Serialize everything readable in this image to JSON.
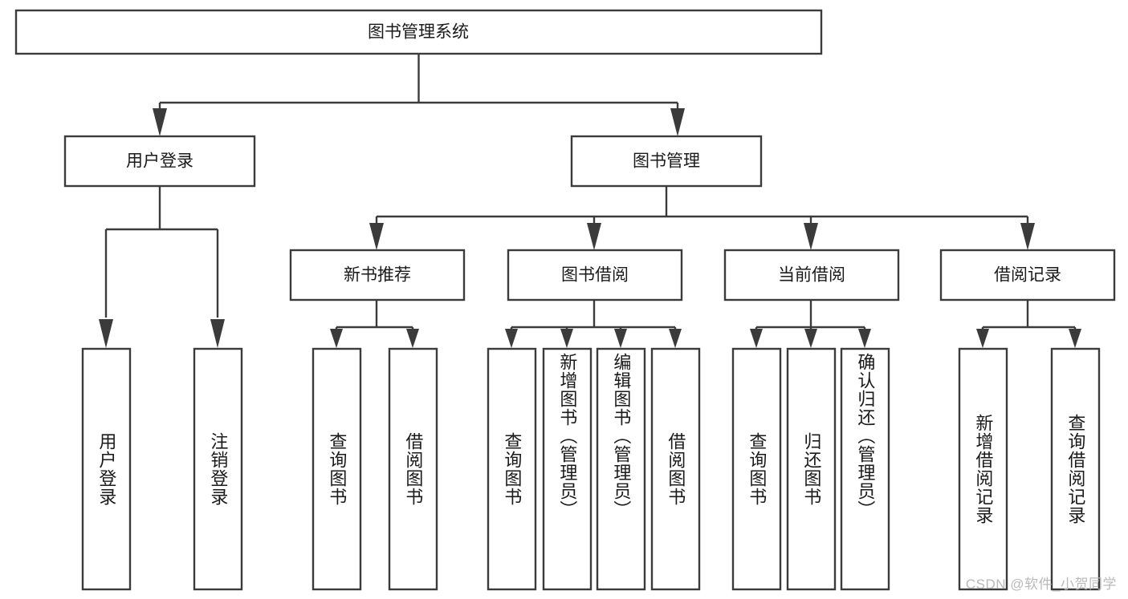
{
  "diagram": {
    "title_text": "图书管理系统",
    "type": "tree-hierarchy-diagram",
    "orientation": "top-down",
    "colors": {
      "box_stroke": "#3b3b3b",
      "box_fill": "#ffffff",
      "text": "#1a1a1a",
      "connector": "#3b3b3b",
      "watermark": "#b9b9b9",
      "background": "#ffffff"
    }
  },
  "root": {
    "label": "图书管理系统"
  },
  "level2": [
    {
      "label": "用户登录"
    },
    {
      "label": "图书管理"
    }
  ],
  "level3": [
    {
      "label": "新书推荐"
    },
    {
      "label": "图书借阅"
    },
    {
      "label": "当前借阅"
    },
    {
      "label": "借阅记录"
    }
  ],
  "leaves": {
    "user_login": [
      {
        "label": "用户登录"
      },
      {
        "label": "注销登录"
      }
    ],
    "new_book_recommend": [
      {
        "label": "查询图书"
      },
      {
        "label": "借阅图书"
      }
    ],
    "book_borrow": [
      {
        "label": "查询图书"
      },
      {
        "label": "新增图书（管理员）"
      },
      {
        "label": "编辑图书（管理员）"
      },
      {
        "label": "借阅图书"
      }
    ],
    "current_borrow": [
      {
        "label": "查询图书"
      },
      {
        "label": "归还图书"
      },
      {
        "label": "确认归还（管理员）"
      }
    ],
    "borrow_record": [
      {
        "label": "新增借阅记录"
      },
      {
        "label": "查询借阅记录"
      }
    ]
  },
  "watermark": {
    "text": "CSDN @软件_小贺同学"
  }
}
